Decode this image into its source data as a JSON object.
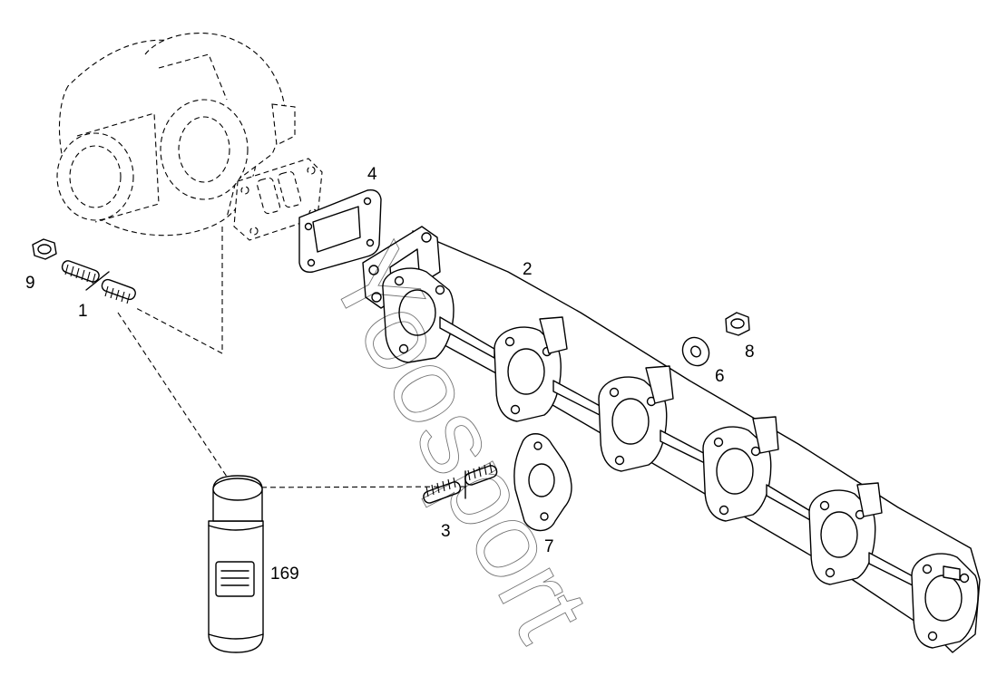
{
  "diagram": {
    "watermark": "Yoosport",
    "callouts": [
      {
        "id": "label-1",
        "text": "1"
      },
      {
        "id": "label-2",
        "text": "2"
      },
      {
        "id": "label-3",
        "text": "3"
      },
      {
        "id": "label-4",
        "text": "4"
      },
      {
        "id": "label-6",
        "text": "6"
      },
      {
        "id": "label-7",
        "text": "7"
      },
      {
        "id": "label-8",
        "text": "8"
      },
      {
        "id": "label-9",
        "text": "9"
      },
      {
        "id": "label-169",
        "text": "169"
      }
    ]
  }
}
